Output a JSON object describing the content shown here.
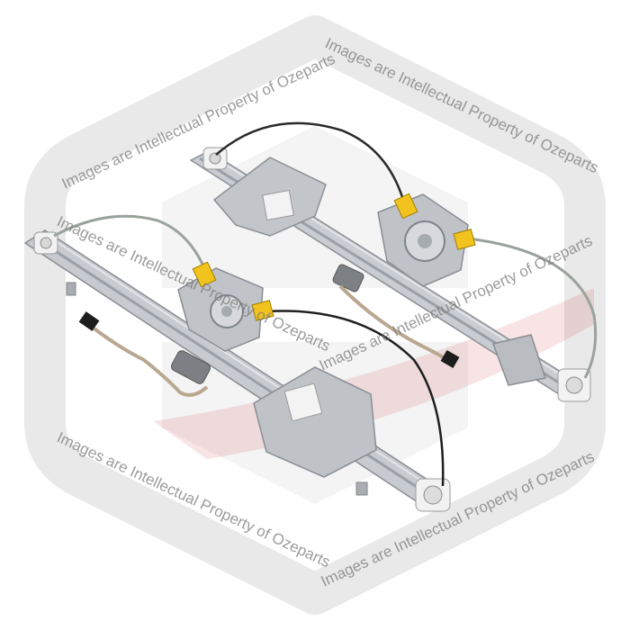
{
  "watermark": {
    "text": "Images are Intellectual Property of Ozeparts",
    "brand_color": "#c81e2b",
    "band_color": "#e6e6e6"
  },
  "product": {
    "items": [
      {
        "part": "window-regulator-rail",
        "count": 2
      },
      {
        "part": "window-motor",
        "count": 2
      },
      {
        "part": "wiring-connector",
        "count": 2
      },
      {
        "part": "yellow-clip",
        "count": 4
      },
      {
        "part": "white-pulley",
        "count": 4
      }
    ]
  }
}
